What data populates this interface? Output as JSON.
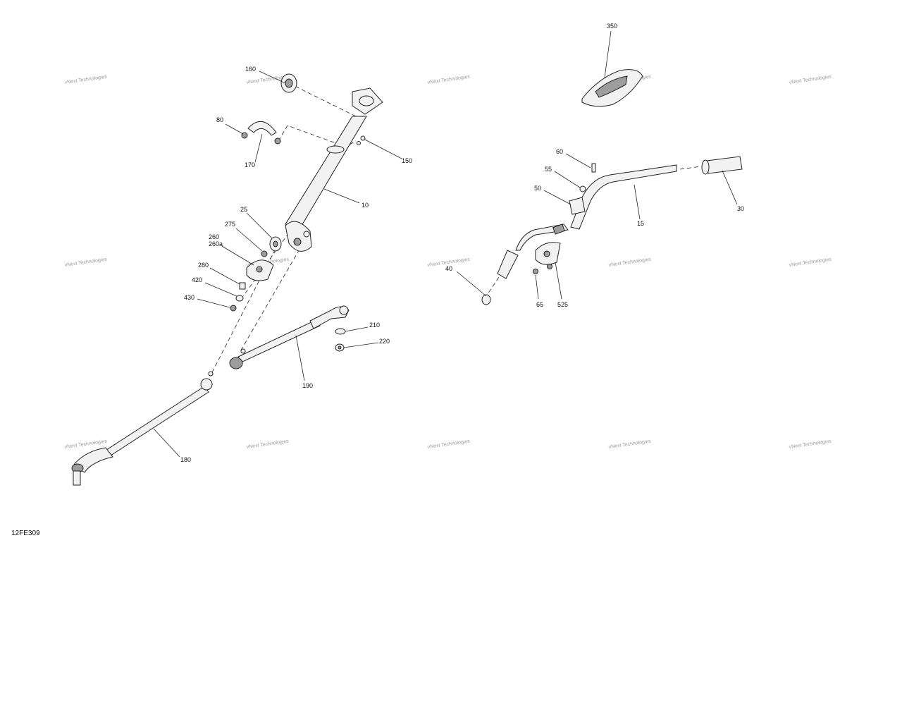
{
  "figure_id": "12FE309",
  "watermark": "vNext Technologies",
  "callouts": {
    "c10": "10",
    "c15": "15",
    "c25": "25",
    "c30": "30",
    "c40": "40",
    "c50": "50",
    "c55": "55",
    "c60": "60",
    "c65": "65",
    "c80": "80",
    "c150": "150",
    "c160": "160",
    "c170": "170",
    "c180": "180",
    "c190": "190",
    "c210": "210",
    "c220": "220",
    "c260": "260",
    "c260a": "260a",
    "c275": "275",
    "c280": "280",
    "c350": "350",
    "c420": "420",
    "c430": "430",
    "c525": "525"
  }
}
